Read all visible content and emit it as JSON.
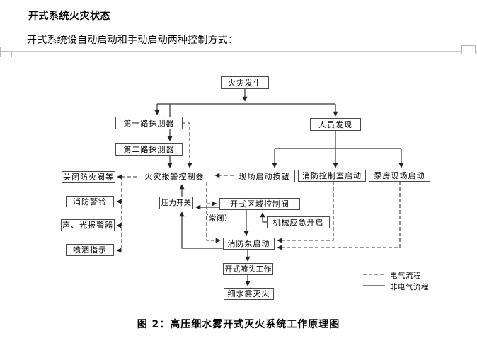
{
  "page": {
    "heading": "开式系统火灾状态",
    "intro": "开式系统设自动启动和手动启动两种控制方式：",
    "figure_caption": "图 2：高压细水雾开式灭火系统工作原理图"
  },
  "diagram": {
    "nodes": {
      "fire_occurs": {
        "label": "火灾发生"
      },
      "detector_loop1": {
        "label": "第一路探测器"
      },
      "detector_loop2": {
        "label": "第二路探测器"
      },
      "person_discovers": {
        "label": "人员发现"
      },
      "close_fire_damper": {
        "label": "关闭防火阀等"
      },
      "fire_alarm_controller": {
        "label": "火灾报警控制器"
      },
      "local_start_button": {
        "label": "现场启动按钮"
      },
      "control_room_start": {
        "label": "消防控制室启动"
      },
      "pump_room_start": {
        "label": "泵房现场启动"
      },
      "fire_bell": {
        "label": "消防警铃"
      },
      "pressure_switch": {
        "label": "压力开关"
      },
      "open_zone_valve": {
        "label": "开式区域控制阀"
      },
      "sound_light_alarm": {
        "label": "声、光报警器"
      },
      "mechanical_emergency_open": {
        "label": "机械应急开启"
      },
      "spray_indicator": {
        "label": "喷洒指示"
      },
      "fire_pump_start": {
        "label": "消防泵启动"
      },
      "open_nozzle_working": {
        "label": "开式喷头工作"
      },
      "water_mist_extinguish": {
        "label": "细水雾灭火"
      }
    },
    "annotations": {
      "normally_closed": "（常闭）"
    },
    "legend": {
      "dashed_label": "电气流程",
      "solid_label": "非电气流程"
    },
    "edges": [
      {
        "from": "fire_occurs",
        "to": "detector_loop1",
        "type": "non_electric"
      },
      {
        "from": "fire_occurs",
        "to": "person_discovers",
        "type": "non_electric"
      },
      {
        "from": "detector_loop1",
        "to": "detector_loop2",
        "type": "non_electric"
      },
      {
        "from": "detector_loop2",
        "to": "fire_alarm_controller",
        "type": "non_electric"
      },
      {
        "from": "detector_loop1",
        "to": "fire_alarm_controller",
        "type": "electric"
      },
      {
        "from": "person_discovers",
        "to": "local_start_button",
        "type": "non_electric"
      },
      {
        "from": "person_discovers",
        "to": "control_room_start",
        "type": "non_electric"
      },
      {
        "from": "person_discovers",
        "to": "pump_room_start",
        "type": "non_electric"
      },
      {
        "from": "local_start_button",
        "to": "fire_alarm_controller",
        "type": "electric"
      },
      {
        "from": "fire_alarm_controller",
        "to": "close_fire_damper",
        "type": "electric"
      },
      {
        "from": "fire_alarm_controller",
        "to": "fire_bell",
        "type": "electric"
      },
      {
        "from": "fire_alarm_controller",
        "to": "sound_light_alarm",
        "type": "electric"
      },
      {
        "from": "fire_alarm_controller",
        "to": "spray_indicator",
        "type": "electric"
      },
      {
        "from": "fire_alarm_controller",
        "to": "open_zone_valve",
        "type": "electric"
      },
      {
        "from": "fire_alarm_controller",
        "to": "fire_pump_start",
        "type": "electric"
      },
      {
        "from": "open_zone_valve",
        "to": "pressure_switch",
        "type": "non_electric"
      },
      {
        "from": "pressure_switch",
        "to": "fire_alarm_controller",
        "type": "non_electric"
      },
      {
        "from": "mechanical_emergency_open",
        "to": "open_zone_valve",
        "type": "non_electric"
      },
      {
        "from": "open_zone_valve",
        "to": "fire_pump_start",
        "type": "non_electric"
      },
      {
        "from": "fire_pump_start",
        "to": "pressure_switch",
        "type": "non_electric"
      },
      {
        "from": "control_room_start",
        "to": "fire_pump_start",
        "type": "electric"
      },
      {
        "from": "pump_room_start",
        "to": "fire_pump_start",
        "type": "electric"
      },
      {
        "from": "fire_pump_start",
        "to": "open_nozzle_working",
        "type": "non_electric"
      },
      {
        "from": "open_nozzle_working",
        "to": "water_mist_extinguish",
        "type": "non_electric"
      }
    ],
    "colors": {
      "line": "#333333",
      "box_border": "#4a4a4a",
      "page_break": "#c9c9c9"
    }
  }
}
